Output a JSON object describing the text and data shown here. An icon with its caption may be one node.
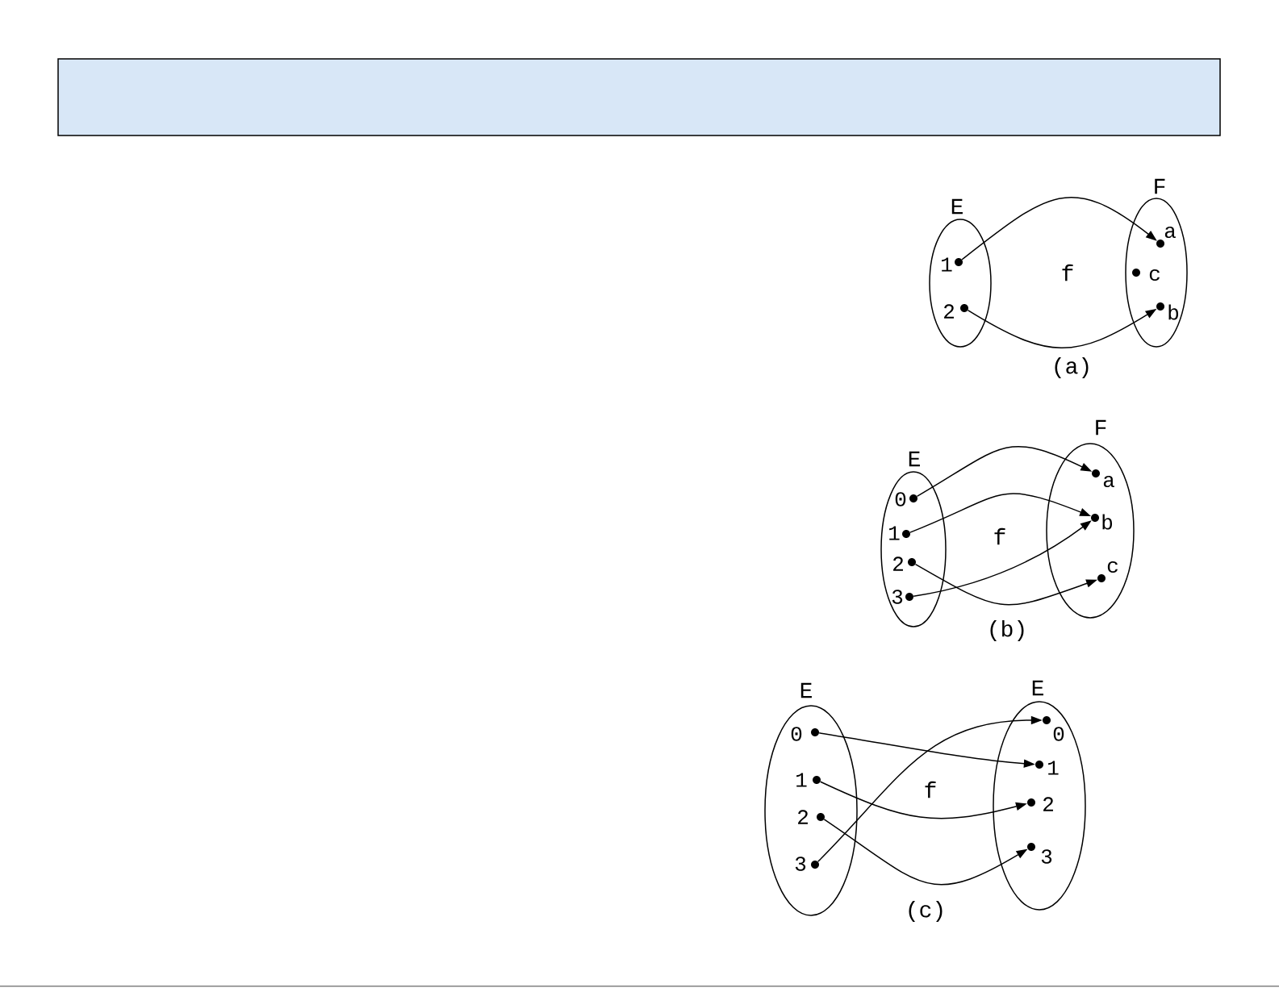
{
  "diagram": {
    "nodes": [
      {
        "text": [],
        "shape": "box"
      },
      {
        "text": [
          "E"
        ]
      },
      {
        "text": [],
        "shape": "circle",
        "in": 1,
        "beside": [
          "1"
        ]
      },
      {
        "text": [],
        "shape": "circle",
        "in": 1,
        "beside": [
          "2"
        ]
      },
      {
        "text": [
          "F"
        ]
      },
      {
        "text": [],
        "shape": "circle",
        "in": 4,
        "beside": [
          "a"
        ]
      },
      {
        "text": [],
        "shape": "circle",
        "in": 4,
        "beside": [
          "c"
        ]
      },
      {
        "text": [],
        "shape": "circle",
        "in": 4,
        "beside": [
          "b"
        ]
      },
      {
        "text": [
          "E"
        ]
      },
      {
        "text": [],
        "shape": "circle",
        "in": 8,
        "beside": [
          "0"
        ]
      },
      {
        "text": [],
        "shape": "circle",
        "in": 8,
        "beside": [
          "1"
        ]
      },
      {
        "text": [],
        "shape": "circle",
        "in": 8,
        "beside": [
          "2"
        ]
      },
      {
        "text": [],
        "shape": "circle",
        "in": 8,
        "beside": [
          "3"
        ]
      },
      {
        "text": [
          "F"
        ]
      },
      {
        "text": [],
        "shape": "circle",
        "in": 13,
        "beside": [
          "a"
        ]
      },
      {
        "text": [],
        "shape": "circle",
        "in": 13,
        "beside": [
          "b"
        ]
      },
      {
        "text": [],
        "shape": "circle",
        "in": 13,
        "beside": [
          "c"
        ]
      },
      {
        "text": [
          "E"
        ]
      },
      {
        "text": [],
        "shape": "circle",
        "in": 17,
        "beside": [
          "0"
        ]
      },
      {
        "text": [],
        "shape": "circle",
        "in": 17,
        "beside": [
          "1"
        ]
      },
      {
        "text": [],
        "shape": "circle",
        "in": 17,
        "beside": [
          "2"
        ]
      },
      {
        "text": [],
        "shape": "circle",
        "in": 17,
        "beside": [
          "3"
        ]
      },
      {
        "text": [
          "E"
        ]
      },
      {
        "text": [],
        "shape": "circle",
        "in": 22,
        "beside": [
          "0"
        ]
      },
      {
        "text": [],
        "shape": "circle",
        "in": 22,
        "beside": [
          "1"
        ]
      },
      {
        "text": [],
        "shape": "circle",
        "in": 22,
        "beside": [
          "2"
        ]
      },
      {
        "text": [],
        "shape": "circle",
        "in": 22,
        "beside": [
          "3"
        ]
      }
    ],
    "edges": [
      {
        "from": 2,
        "to": 5,
        "arrow": "to"
      },
      {
        "from": 3,
        "to": 7,
        "arrow": "to"
      },
      {
        "from": 9,
        "to": 14,
        "arrow": "to"
      },
      {
        "from": 10,
        "to": 15,
        "arrow": "to"
      },
      {
        "from": 12,
        "to": 15,
        "arrow": "to"
      },
      {
        "from": 11,
        "to": 16,
        "arrow": "to"
      },
      {
        "from": 18,
        "to": 24,
        "arrow": "to"
      },
      {
        "from": 19,
        "to": 25,
        "arrow": "to"
      },
      {
        "from": 20,
        "to": 26,
        "arrow": "to"
      },
      {
        "from": 21,
        "to": 23,
        "arrow": "to"
      }
    ],
    "labels": [
      "f",
      "(a)",
      "f",
      "(b)",
      "f",
      "(c)"
    ]
  }
}
